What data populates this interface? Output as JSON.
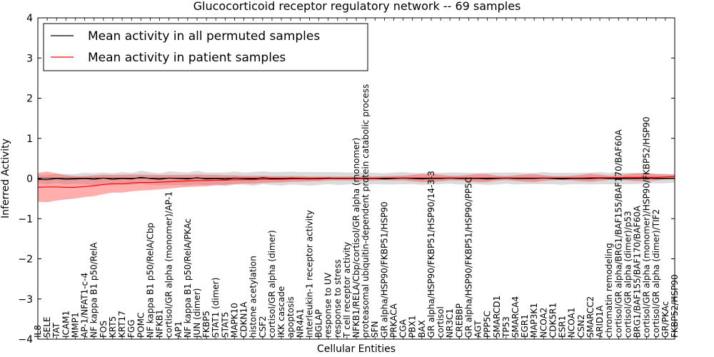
{
  "chart_data": {
    "type": "line",
    "title": "Glucocorticoid receptor regulatory network -- 69 samples",
    "xlabel": "Cellular Entities",
    "ylabel": "Inferred Activity",
    "ylim": [
      -4,
      4
    ],
    "yticks": [
      -4,
      -3,
      -2,
      -1,
      0,
      1,
      2,
      3,
      4
    ],
    "grid": false,
    "legend_position": "top-left",
    "categories": [
      "IL8",
      "SELE",
      "TAT",
      "ICAM1",
      "MMP1",
      "AP-1/NFAT1-c-4",
      "NF kappa B1 p50/RelA",
      "FOS",
      "KRT5",
      "KRT17",
      "FGG",
      "POMC",
      "NF kappa B1 p50/RelA/Cbp",
      "NFKB1",
      "cortisol/GR alpha (monomer)/AP-1",
      "AP1",
      "NF kappa B1 p50/RelA/PKAc",
      "JUN (dimer)",
      "FKBP5",
      "STAT1 (dimer)",
      "STAT5",
      "MAPK10",
      "CDKN1A",
      "histone acetylation",
      "CSF2",
      "cortisol/GR alpha (dimer)",
      "IKK cascade",
      "apoptosis",
      "NR4A1",
      "Interleukin-1 receptor activity",
      "BGLAP",
      "response to UV",
      "response to stress",
      "T cell receptor activity",
      "NFKB1/RELA/Cbp/cortisol/GR alpha (monomer)",
      "proteasomal ubiquitin-dependent protein catabolic process",
      "SFN",
      "GR alpha/HSP90/FKBP51/HSP90",
      "PRKACA",
      "CGA",
      "PBX1",
      "BAX",
      "GR alpha/HSP90/FKBP51/HSP90/14-3-3",
      "cortisol",
      "NR3C1",
      "CREBBP",
      "GR alpha/HSP90/FKBP51/HSP90/PP5C",
      "AGT",
      "PPP5C",
      "SMARCD1",
      "TP53",
      "SMARCA4",
      "EGR1",
      "MAP3K1",
      "NCOA2",
      "CDK5R1",
      "ESR1",
      "NCOA1",
      "CSN2",
      "SMARCC2",
      "ARID1A",
      "chromatin remodeling",
      "cortisol/GR alpha/BRG1/BAF155/BAF170/BAF60A",
      "cortisol/GR alpha (dimer)/p53",
      "BRG1/BAF155/BAF170/BAF60A",
      "cortisol/GR alpha (monomer)/HSP90/FKBP52/HSP90",
      "cortisol/GR alpha (dimer)/TIF2",
      "GR/PKAc",
      "FKBP52/HSP90"
    ],
    "series": [
      {
        "name": "Mean activity in all permuted samples",
        "color": "#000000",
        "band_color": "#999999",
        "values": [
          -0.02,
          -0.03,
          0.0,
          -0.02,
          -0.01,
          0.0,
          -0.02,
          0.01,
          -0.02,
          0.0,
          -0.01,
          0.03,
          0.0,
          -0.02,
          0.01,
          0.0,
          -0.01,
          0.02,
          -0.01,
          0.0,
          -0.02,
          0.01,
          0.0,
          -0.01,
          0.02,
          0.0,
          -0.01,
          0.01,
          0.0,
          -0.01,
          0.0,
          0.01,
          0.0,
          0.0,
          0.01,
          0.0,
          0.0,
          -0.01,
          0.0,
          0.01,
          0.0,
          -0.01,
          0.0,
          0.0,
          0.01,
          0.0,
          0.0,
          0.0,
          -0.01,
          0.0,
          0.01,
          0.0,
          0.0,
          0.0,
          0.01,
          0.0,
          -0.01,
          0.0,
          0.0,
          0.0,
          0.01,
          0.0,
          0.0,
          0.0,
          0.0,
          0.01,
          0.0,
          0.0,
          0.0
        ],
        "band_halfwidth": [
          0.1,
          0.12,
          0.12,
          0.13,
          0.12,
          0.14,
          0.15,
          0.14,
          0.15,
          0.16,
          0.15,
          0.16,
          0.16,
          0.15,
          0.17,
          0.16,
          0.16,
          0.17,
          0.16,
          0.15,
          0.17,
          0.16,
          0.15,
          0.17,
          0.16,
          0.16,
          0.17,
          0.16,
          0.16,
          0.17,
          0.16,
          0.15,
          0.16,
          0.15,
          0.14,
          0.15,
          0.14,
          0.14,
          0.15,
          0.15,
          0.14,
          0.15,
          0.15,
          0.14,
          0.14,
          0.15,
          0.14,
          0.14,
          0.15,
          0.15,
          0.14,
          0.15,
          0.14,
          0.14,
          0.15,
          0.14,
          0.15,
          0.14,
          0.14,
          0.15,
          0.15,
          0.14,
          0.15,
          0.14,
          0.14,
          0.13,
          0.12,
          0.12,
          0.1
        ]
      },
      {
        "name": "Mean activity in patient samples",
        "color": "#ff0000",
        "band_color": "#ff4a4a",
        "values": [
          -0.22,
          -0.21,
          -0.21,
          -0.22,
          -0.22,
          -0.2,
          -0.18,
          -0.15,
          -0.13,
          -0.13,
          -0.11,
          -0.1,
          -0.1,
          -0.09,
          -0.08,
          -0.07,
          -0.06,
          -0.05,
          -0.05,
          -0.04,
          -0.04,
          -0.03,
          -0.03,
          -0.03,
          -0.02,
          -0.02,
          -0.02,
          -0.01,
          -0.01,
          -0.01,
          -0.01,
          0.0,
          0.0,
          0.0,
          0.0,
          0.0,
          0.0,
          0.01,
          0.01,
          0.01,
          0.01,
          0.01,
          0.01,
          0.01,
          0.01,
          0.01,
          0.01,
          0.01,
          0.01,
          0.01,
          0.01,
          0.01,
          0.01,
          0.01,
          0.01,
          0.01,
          0.01,
          0.01,
          0.01,
          0.02,
          0.02,
          0.02,
          0.02,
          0.03,
          0.03,
          0.03,
          0.03,
          0.04,
          0.05
        ],
        "band_halfwidth": [
          0.36,
          0.38,
          0.34,
          0.3,
          0.28,
          0.26,
          0.26,
          0.24,
          0.22,
          0.22,
          0.21,
          0.2,
          0.19,
          0.18,
          0.17,
          0.16,
          0.15,
          0.15,
          0.14,
          0.13,
          0.12,
          0.11,
          0.1,
          0.1,
          0.09,
          0.08,
          0.08,
          0.07,
          0.07,
          0.06,
          0.06,
          0.05,
          0.05,
          0.05,
          0.05,
          0.05,
          0.05,
          0.05,
          0.06,
          0.06,
          0.08,
          0.1,
          0.1,
          0.08,
          0.06,
          0.06,
          0.08,
          0.1,
          0.1,
          0.06,
          0.05,
          0.07,
          0.09,
          0.1,
          0.07,
          0.05,
          0.05,
          0.06,
          0.08,
          0.1,
          0.08,
          0.05,
          0.06,
          0.08,
          0.1,
          0.1,
          0.08,
          0.06,
          0.05
        ]
      }
    ]
  }
}
